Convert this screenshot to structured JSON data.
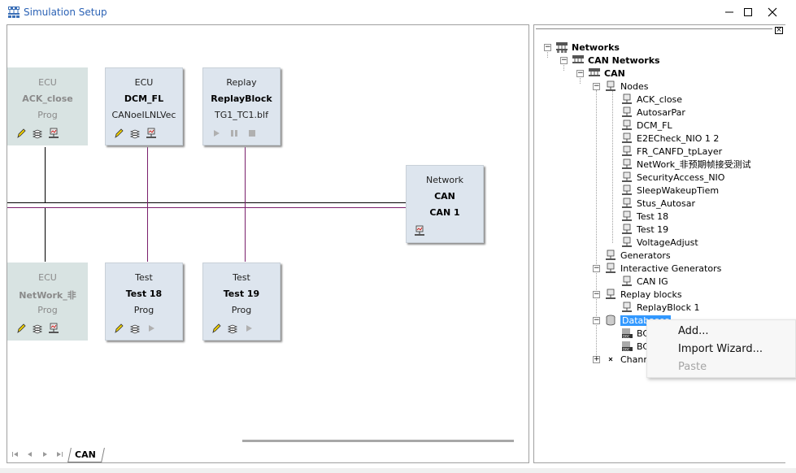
{
  "window": {
    "title": "Simulation Setup"
  },
  "blocks": [
    {
      "id": "ecu-ack",
      "type": "ECU",
      "name": "ACK_close",
      "sub": "Prog",
      "disabled": true,
      "icons": [
        "pencil-icon",
        "stack-icon",
        "network-node-icon"
      ]
    },
    {
      "id": "ecu-dcm",
      "type": "ECU",
      "name": "DCM_FL",
      "sub": "CANoeILNLVec",
      "disabled": false,
      "icons": [
        "pencil-icon",
        "stack-icon",
        "network-node-icon"
      ]
    },
    {
      "id": "replay",
      "type": "Replay",
      "name": "ReplayBlock",
      "sub": "TG1_TC1.blf",
      "disabled": false,
      "icons": [
        "play-icon",
        "pause-icon",
        "stop-icon"
      ]
    },
    {
      "id": "network",
      "type": "Network",
      "name": "CAN",
      "sub": "CAN 1",
      "disabled": false,
      "icons": [
        "network-node-icon"
      ]
    },
    {
      "id": "ecu-network",
      "type": "ECU",
      "name": "NetWork_非",
      "sub": "Prog",
      "disabled": true,
      "icons": [
        "pencil-icon",
        "stack-icon",
        "network-node-icon"
      ]
    },
    {
      "id": "test18",
      "type": "Test",
      "name": "Test 18",
      "sub": "Prog",
      "disabled": false,
      "icons": [
        "pencil-icon",
        "stack-icon",
        "play-icon"
      ]
    },
    {
      "id": "test19",
      "type": "Test",
      "name": "Test 19",
      "sub": "Prog",
      "disabled": false,
      "icons": [
        "pencil-icon",
        "stack-icon",
        "play-icon"
      ]
    }
  ],
  "tabs": {
    "active": "CAN"
  },
  "tree": {
    "networks": "Networks",
    "can_networks": "CAN Networks",
    "can": "CAN",
    "nodes_label": "Nodes",
    "nodes": [
      "ACK_close",
      "AutosarPar",
      "DCM_FL",
      "E2ECheck_NIO 1 2",
      "FR_CANFD_tpLayer",
      "NetWork_非预期帧接受测试",
      "SecurityAccess_NIO",
      "SleepWakeupTiem",
      "Stus_Autosar",
      "Test 18",
      "Test 19",
      "VoltageAdjust"
    ],
    "generators": "Generators",
    "interactive_generators": "Interactive Generators",
    "can_ig": "CAN IG",
    "replay_blocks": "Replay blocks",
    "replay_block_1": "ReplayBlock 1",
    "databases": "Databases",
    "db_items": [
      "BC",
      "BC"
    ],
    "channels": "Chann"
  },
  "context_menu": {
    "items": [
      {
        "label": "Add...",
        "enabled": true
      },
      {
        "label": "Import Wizard...",
        "enabled": true
      },
      {
        "label": "Paste",
        "enabled": false
      }
    ]
  }
}
